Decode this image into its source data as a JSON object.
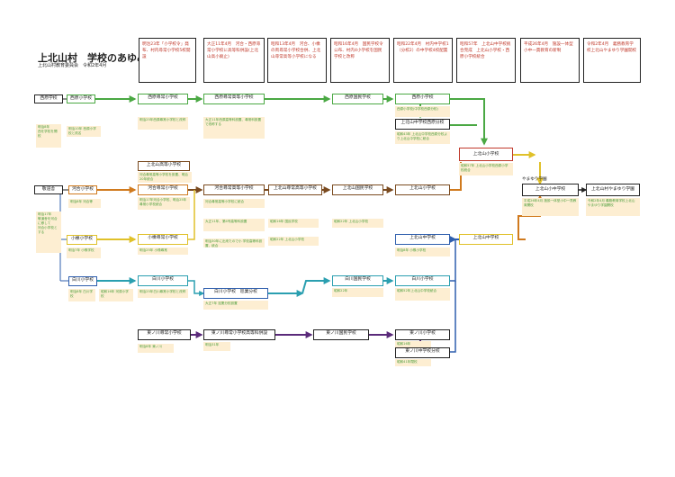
{
  "header": {
    "title": "上北山村　学校のあゆみ",
    "subtitle": "上北山村教育委員会　令和2年4月"
  },
  "eras": [
    "明治23年「小学校令」発布、村内尋常小学校5校開設",
    "大正11年4月　河合・西原尋常小学校に高等科併設(上北山高小廃止)",
    "昭和13年4月　河合、小橡の両尋常小学校合併、上北山尋常高等小学校になる",
    "昭和16年4月　国民学校令公布、村内4小学校を国民学校と改称",
    "昭和22年4月　村内中学校1（分校2）の中学校4校配置",
    "昭和57年　上北山中学校統合完成　上北山小学校・西原小学校統合",
    "平成26年4月　施設一体型小中一貫教育の新制",
    "令和2年4月　義務教育学校上北山やまゆり学園開校"
  ],
  "boxes": {
    "nishiharaGakko": "西原学校",
    "nishiharaSho": "西原小学校",
    "nishiharaJinjo": "西原尋常小学校",
    "nishiharaJinjoKoto": "西原尋常高等小学校",
    "nishiharaKokumin": "西原国民学校",
    "nishiharaSho2": "西原小学校",
    "kamikitaChuNishihara": "上北山中学校西原分校",
    "kamikitayamaShoA": "上北山小学校",
    "kamikitayamaKoto": "上北山高等小学校",
    "kawaiJinjo": "河合尋常小学校",
    "kawaiJinjoKoto": "河合尋常高等小学校",
    "kamikitaJinjoKoto": "上北山尋常高等小学校",
    "kamikitaKokumin": "上北山国民学校",
    "kamikitaSho": "上北山小学校",
    "yamayuriHeading": "やまゆり学園",
    "yamayuriBox": "上北山小中学校",
    "yamayuriFinal": "上北山村やまゆり学園",
    "kyoikusha": "敬道舎",
    "kawaiSho": "河合小学校",
    "konagiSho": "小橡小学校",
    "konagiJinjo": "小橡尋常小学校",
    "kamikitaChu": "上北山中学校",
    "kamikitaChu2": "上北山中学校",
    "shirakawadoSho": "白川小学校",
    "shirakawadoSho2": "白川小学校",
    "shirakawadoJinjo": "白川尋常小学校",
    "shirakawadoBunkyo": "白川小学校　巡業分校",
    "shirakawadoKokumin": "白川国民学校",
    "shirakawadoSho3": "白川小学校",
    "higashinoJinjo": "東ノ川尋常小学校",
    "higashinoJinjoKoto": "東ノ川尋常小学校高等科併設",
    "higashinoKokumin": "東ノ川国民学校",
    "higashinoSho": "東ノ川小学校",
    "higashinoChu": "東ノ川中学校分校"
  },
  "notes": [
    "明治8年\n西を学校を開校",
    "明治10年 西原小学校と改名",
    "明治25年西原尋常小学校と改称",
    "大正11年西原高等科設置、尋常科設置で改称する",
    "西原小学校(中学校西原分校)",
    "昭和43年 上北山中学校西原分校より上北山中学校に統合",
    "明治30年に出来たので小\n学校高等科設置、統合",
    "河合尋常高等小学校を設置、明治20年統合",
    "明治8年 河合等",
    "明治17年河合小学校、明治25年尋常小学校統合",
    "河合尋常高等小学校に統合",
    "大正11年、第4号高等科設置",
    "昭和16年 国民学校",
    "昭和22年 上北山小学校",
    "昭和57年 上北山小学校西原小学校統合",
    "平成26年4月 施設一体型小中一貫教育開校",
    "令和2年4月 義務教育学校上北山やまゆり学園開校",
    "明治17年\n敬道舎を河合に移して\n河合小学校とする",
    "明治7年 小橡学校",
    "昭和16年 河原小学校",
    "昭和22年 上北山小学校",
    "明治8年 小橡小学校",
    "明治25年 小橡尋常",
    "明治8年 白川学校",
    "明治25年白川尋常小学校と改称",
    "大正7年 巡業分校設置",
    "昭和22年",
    "昭和52年上北山中学校統合",
    "明治8年 東ノ川",
    "明治31年",
    "昭和16年",
    "昭和41年閉校"
  ],
  "colors": {
    "green": "#4aa843",
    "orange": "#d07a1e",
    "brown": "#7a4a1f",
    "blue": "#2f5fae",
    "teal": "#2a9fb0",
    "red": "#c0392b",
    "yellow": "#e0c12a",
    "purple": "#5a2a7a",
    "dark": "#222222"
  }
}
